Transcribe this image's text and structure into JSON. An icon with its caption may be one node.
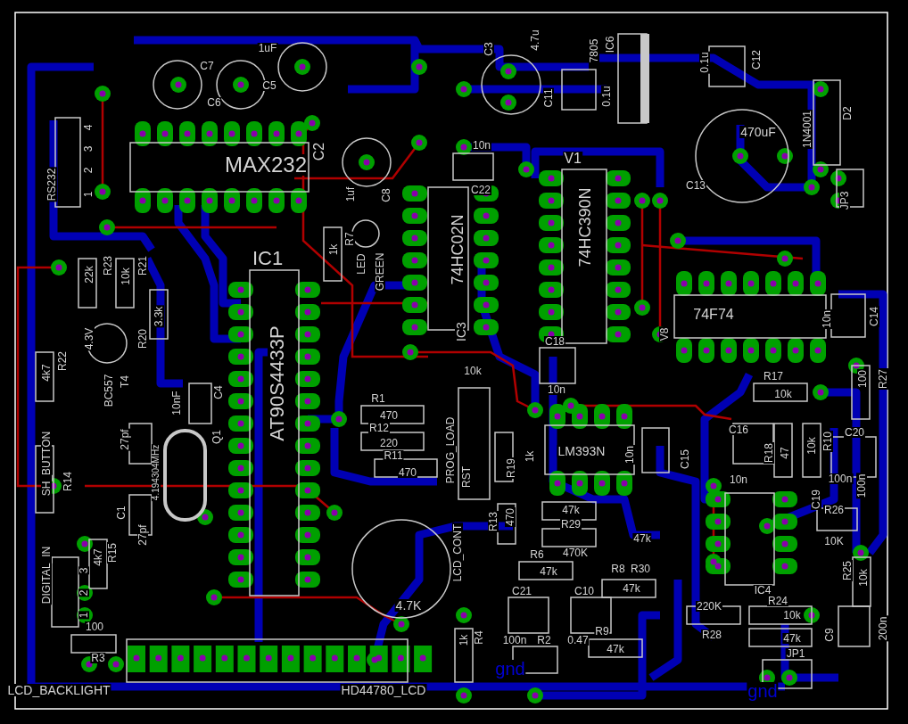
{
  "diagram": {
    "labels": [
      "1uF",
      "C7",
      "C6",
      "C5",
      "RS232",
      "4",
      "3",
      "2",
      "1",
      "MAX232",
      "C2",
      "1uf",
      "C8",
      "IC1",
      "AT90S4433P",
      "22k",
      "R23",
      "10k",
      "R21",
      "3.3k",
      "R20",
      "1k",
      "R7",
      "LED",
      "GREEN",
      "4.3V",
      "4k7",
      "R22",
      "BC557",
      "T4",
      "10nF",
      "C4",
      "27pf",
      "Q1",
      "4.194304MHz",
      "C1",
      "27pf",
      "SH_BUTTON",
      "R14",
      "DIGITAL_IN",
      "4k7",
      "R15",
      "3",
      "2",
      "1",
      "100",
      "R3",
      "LCD_BACKLIGHT",
      "HD44780_LCD",
      "R1",
      "470",
      "R12",
      "220",
      "R11",
      "470",
      "PROG_LOAD",
      "RST",
      "LCD_CONT",
      "4.7K",
      "74HC02N",
      "IC3",
      "10n",
      "C22",
      "V1",
      "74HC390N",
      "C18",
      "10k",
      "10n",
      "LM393N",
      "10n",
      "C15",
      "R19",
      "1k",
      "R13",
      "470",
      "47k",
      "R29",
      "470K",
      "47k",
      "R6",
      "47k",
      "R8",
      "R30",
      "C21",
      "C10",
      "47k",
      "100n",
      "R2",
      "0.47",
      "R9",
      "47k",
      "1k",
      "R4",
      "C3",
      "4.7u",
      "C11",
      "0.1u",
      "7805",
      "IC6",
      "0.1u",
      "C12",
      "470uF",
      "C13",
      "1N4001",
      "D2",
      "JP3",
      "74F74",
      "V8",
      "10n",
      "C14",
      "R17",
      "10k",
      "100",
      "R27",
      "C16",
      "10n",
      "47",
      "R18",
      "10k",
      "R10",
      "C20",
      "100n",
      "C19",
      "R26",
      "100n",
      "10K",
      "IC4",
      "R24",
      "220K",
      "R28",
      "10k",
      "47k",
      "JP1",
      "C9",
      "R25",
      "10k",
      "200n",
      "gnd",
      "gnd"
    ]
  }
}
